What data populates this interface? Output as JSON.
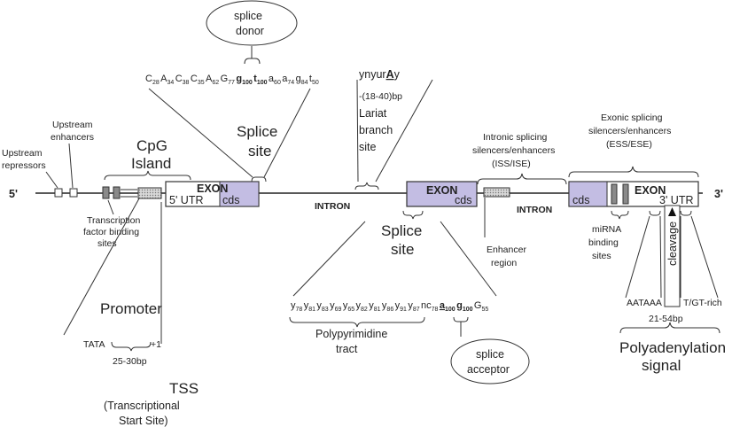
{
  "strand": {
    "five_prime": "5'",
    "three_prime": "3'"
  },
  "labels": {
    "upstream_repressors": [
      "Upstream",
      "repressors"
    ],
    "upstream_enhancers": [
      "Upstream",
      "enhancers"
    ],
    "cpg_island": [
      "CpG",
      "Island"
    ],
    "tf_binding_sites": [
      "Transcription",
      "factor binding",
      "sites"
    ],
    "promoter": "Promoter",
    "tata": "TATA",
    "plus_one": "+1",
    "tata_distance": "25-30bp",
    "tss": [
      "TSS",
      "(Transcriptional",
      "Start Site)"
    ],
    "splice_donor": [
      "splice",
      "donor"
    ],
    "splice_site_top": [
      "Splice",
      "site"
    ],
    "lariat_motif_prefix": "ynyur",
    "lariat_motif_a": "A",
    "lariat_motif_suffix": "y",
    "lariat_distance": "-(18-40)bp",
    "lariat_branch_site": [
      "Lariat",
      "branch",
      "site"
    ],
    "intronic_splicing": [
      "Intronic splicing",
      "silencers/enhancers",
      "(ISS/ISE)"
    ],
    "exonic_splicing": [
      "Exonic splicing",
      "silencers/enhancers",
      "(ESS/ESE)"
    ],
    "exon": "EXON",
    "utr5": "5' UTR",
    "cds": "cds",
    "intron": "INTRON",
    "utr3": "3'  UTR",
    "splice_site_bottom": [
      "Splice",
      "site"
    ],
    "enhancer_region": [
      "Enhancer",
      "region"
    ],
    "mirna_binding_sites": [
      "miRNA",
      "binding",
      "sites"
    ],
    "cleavage": "cleavage",
    "aataaa": "AATAAA",
    "tgt_rich": "T/GT-rich",
    "polya_distance": "21-54bp",
    "polyadenylation_signal": [
      "Polyadenylation",
      "signal"
    ],
    "polypyrimidine_tract": [
      "Polypyrimidine",
      "tract"
    ],
    "splice_acceptor": [
      "splice",
      "acceptor"
    ]
  },
  "donor_sequence": [
    {
      "b": "C",
      "n": "28"
    },
    {
      "b": "A",
      "n": "34"
    },
    {
      "b": "C",
      "n": "38"
    },
    {
      "b": "C",
      "n": "35"
    },
    {
      "b": "A",
      "n": "62"
    },
    {
      "b": "G",
      "n": "77"
    },
    {
      "b": "g",
      "n": "100",
      "bold": true
    },
    {
      "b": "t",
      "n": "100",
      "bold": true
    },
    {
      "b": "a",
      "n": "60"
    },
    {
      "b": "a",
      "n": "74"
    },
    {
      "b": "g",
      "n": "84"
    },
    {
      "b": "t",
      "n": "50"
    }
  ],
  "acceptor_sequence": [
    {
      "b": "y",
      "n": "78"
    },
    {
      "b": "y",
      "n": "81"
    },
    {
      "b": "y",
      "n": "83"
    },
    {
      "b": "y",
      "n": "69"
    },
    {
      "b": "y",
      "n": "65"
    },
    {
      "b": "y",
      "n": "82"
    },
    {
      "b": "y",
      "n": "81"
    },
    {
      "b": "y",
      "n": "86"
    },
    {
      "b": "y",
      "n": "91"
    },
    {
      "b": "y",
      "n": "87"
    },
    {
      "b": "nc",
      "n": "78"
    },
    {
      "b": "a",
      "n": "100",
      "bold": true,
      "underline": true
    },
    {
      "b": "g",
      "n": "100",
      "bold": true
    },
    {
      "b": "G",
      "n": "55"
    }
  ],
  "colors": {
    "exon_cds": "#c3bde3",
    "box_fill": "#ffffff",
    "hatched": "#b8b8b8",
    "dark_box": "#8a8a8a"
  }
}
